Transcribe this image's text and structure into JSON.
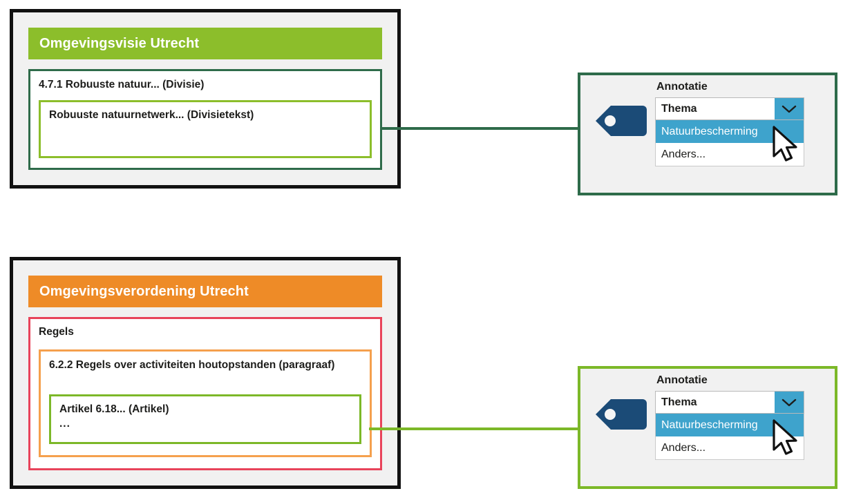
{
  "documents": [
    {
      "name": "omgevingsvisie",
      "header": "Omgevingsvisie Utrecht",
      "header_color": "#8cbe2b",
      "frame_color": "#111111",
      "levels": [
        {
          "label": "4.7.1 Robuuste natuur... (Divisie)",
          "border_color": "#2e6b4a"
        },
        {
          "label": "Robuuste natuurnetwerk... (Divisietekst)",
          "border_color": "#8cbe2b"
        }
      ]
    },
    {
      "name": "omgevingsverordening",
      "header": "Omgevingsverordening Utrecht",
      "header_color": "#ee8b27",
      "frame_color": "#111111",
      "levels": [
        {
          "label": "Regels",
          "border_color": "#e8435a"
        },
        {
          "label": "6.2.2 Regels over activiteiten houtopstanden (paragraaf)",
          "border_color": "#f5a04d"
        },
        {
          "label": "Artikel 6.18... (Artikel)",
          "sub_label": "...",
          "border_color": "#7cb828"
        }
      ]
    }
  ],
  "connectors": [
    {
      "name": "connector-visie",
      "color": "#2e6b4a"
    },
    {
      "name": "connector-verordening",
      "color": "#7cb828"
    }
  ],
  "annotations": [
    {
      "name": "annotation-visie",
      "title": "Annotatie",
      "border_color": "#2e6b4a",
      "tag_icon": "tag-icon",
      "dropdown": {
        "value": "Thema",
        "placeholder": "Thema",
        "chevron_icon": "chevron-down-icon",
        "accent_color": "#3ea3cc",
        "options": [
          {
            "label": "Natuurbescherming",
            "selected": true
          },
          {
            "label": "Anders...",
            "selected": false
          }
        ]
      },
      "cursor": "mouse-pointer-icon"
    },
    {
      "name": "annotation-verordening",
      "title": "Annotatie",
      "border_color": "#7cb828",
      "tag_icon": "tag-icon",
      "dropdown": {
        "value": "Thema",
        "placeholder": "Thema",
        "chevron_icon": "chevron-down-icon",
        "accent_color": "#3ea3cc",
        "options": [
          {
            "label": "Natuurbescherming",
            "selected": true
          },
          {
            "label": "Anders...",
            "selected": false
          }
        ]
      },
      "cursor": "mouse-pointer-icon"
    }
  ]
}
